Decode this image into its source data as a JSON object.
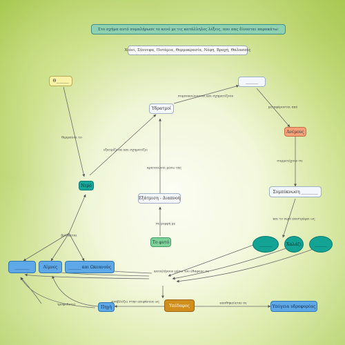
{
  "title": "Στο σχήμα αυτό συμπλήρωσε το κενό με τις κατάλληλες λέξεις, που σας δίνονται παρακάτω:",
  "word_bank": "Χιόνι, Σύννεφα, Ποτάμια, Θερμοκρασία, Νέφη, Βροχή, Θάλασσες",
  "nodes": {
    "blank_top_left": "Θ______",
    "blank_top_right": "______",
    "ydratmoi": "Υδρατμοί",
    "anemos": "Ανέμους",
    "nero": "Νερό",
    "eksatmisi": "Εξάτμιση - Διαπνοή",
    "sygkentrosi": "Συμπύκνωση ________",
    "to_fyto": "Το φυτό",
    "blank_left": "_______",
    "limnes": "Λίμνες",
    "blank_oceans": "______ και Ωκεανούς",
    "poti": "Πηγή",
    "ypedafos": "Υπέδαφος",
    "ypogeia_nera": "Υπόγεια υδροφορέας",
    "blank_ellipse_1": "______",
    "blank_ellipse_2": "Χαλάζι",
    "blank_ellipse_3": "______"
  },
  "edge_labels": {
    "thermainei": "θερμαίνει το",
    "eksatmizetai": "εξατμίζεται και σχηματίζει",
    "symp_sxim": "συμπυκνώνονται και σχηματίζουν",
    "metaferontai": "μεταφέρονται από",
    "symmetexei": "συμμετέχουν σε",
    "dinei": "κραταιώνει μέσω της",
    "se_morfi": "σε μορφή με",
    "kai_to_nero": "και το νερό επιστρέφει ως",
    "katalipsi": "καταλήγουν μέσω του έδαφους σε",
    "vrisketai": "βρίσκεται",
    "anavlyzei": "αναβλύζει στην επιφάνεια ως",
    "apothikevetai": "αποθηκεύεται σε",
    "trofodotei": "τροφοδοτεί"
  }
}
